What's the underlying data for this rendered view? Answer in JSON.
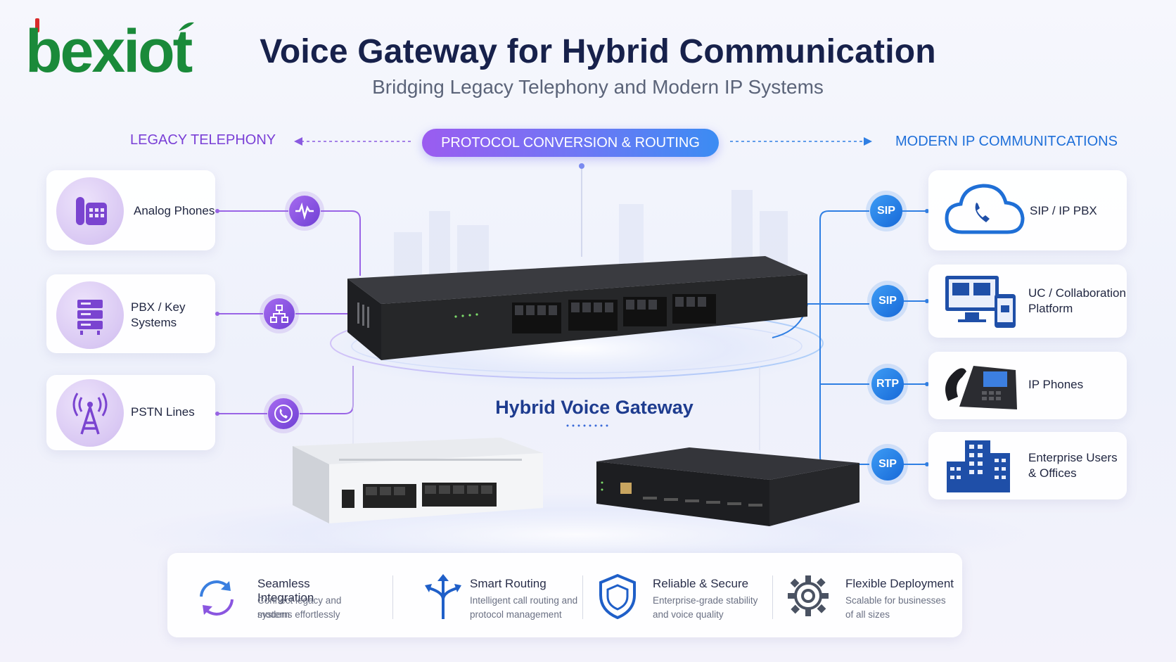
{
  "brand": {
    "logo_text": "bexiot"
  },
  "header": {
    "title": "Voice Gateway for Hybrid Communication",
    "subtitle": "Bridging Legacy Telephony and Modern IP Systems"
  },
  "sections": {
    "left": "LEGACY TELEPHONY",
    "center": "PROTOCOL CONVERSION & ROUTING",
    "right": "MODERN IP COMMUNITCATIONS"
  },
  "legacy": [
    {
      "label": "Analog Phones",
      "icon": "analog-phone-icon",
      "node_icon": "waveform-icon"
    },
    {
      "label_line1": "PBX / Key",
      "label_line2": "Systems",
      "icon": "pbx-server-icon",
      "node_icon": "network-hierarchy-icon"
    },
    {
      "label": "PSTN Lines",
      "icon": "antenna-tower-icon",
      "node_icon": "phone-call-icon"
    }
  ],
  "modern": [
    {
      "protocol": "SIP",
      "label": "SIP / IP PBX",
      "icon": "cloud-phone-icon"
    },
    {
      "protocol": "SIP",
      "label_line1": "UC / Collaboration",
      "label_line2": "Platform",
      "icon": "desktop-mobile-icon"
    },
    {
      "protocol": "RTP",
      "label": "IP Phones",
      "icon": "ip-phone-icon"
    },
    {
      "protocol": "SIP",
      "label_line1": "Enterprise Users",
      "label_line2": "& Offices",
      "icon": "office-building-icon"
    }
  ],
  "gateway_label": "Hybrid Voice Gateway",
  "features": [
    {
      "title": "Seamless Integration",
      "desc1": "Connect legacy and modern",
      "desc2": "systems effortlessly",
      "icon": "sync-arrows-icon"
    },
    {
      "title": "Smart Routing",
      "desc1": "Intelligent call routing and",
      "desc2": "protocol management",
      "icon": "routing-arrows-icon"
    },
    {
      "title": "Reliable & Secure",
      "desc1": "Enterprise-grade stability",
      "desc2": "and voice quality",
      "icon": "shield-icon"
    },
    {
      "title": "Flexible Deployment",
      "desc1": "Scalable for businesses",
      "desc2": "of all sizes",
      "icon": "gear-icon"
    }
  ],
  "colors": {
    "purple": "#7a3fd6",
    "blue": "#1e6fd9",
    "navy": "#17214b",
    "logo_green": "#1a8a3a",
    "logo_red": "#d92b2b"
  }
}
